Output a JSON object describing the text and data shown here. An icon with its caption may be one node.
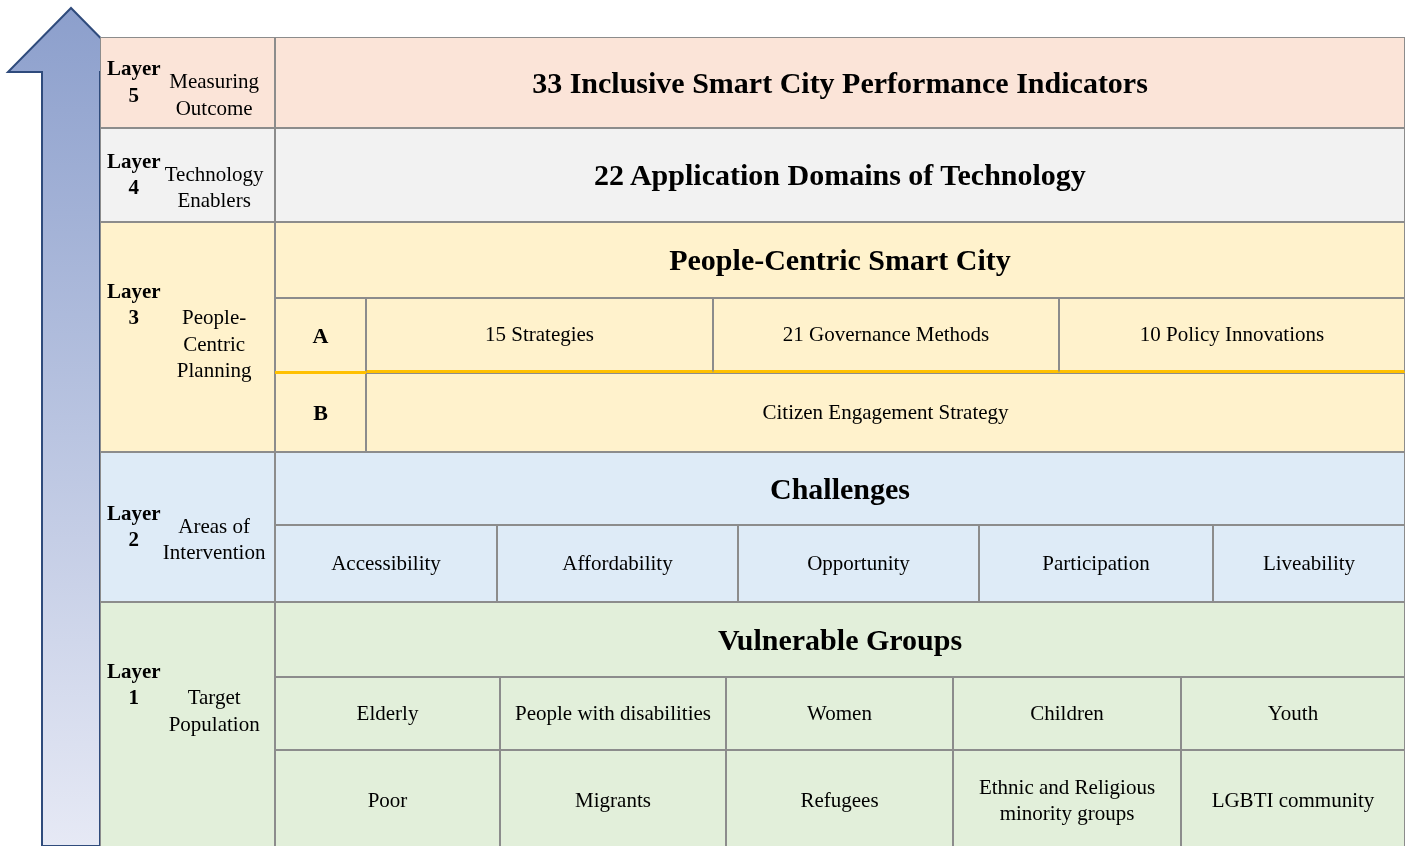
{
  "diagram": {
    "labels": [
      "**Layer 5** Measuring Outcome",
      "33 Inclusive Smart City Performance Indicators",
      "**Layer 4** Technology Enablers",
      "22 Application Domains of Technology",
      "**Layer 3** People-Centric Planning",
      "People-Centric Smart City",
      "A",
      "15 Strategies",
      "21 Governance Methods",
      "10 Policy Innovations",
      "B",
      "Citizen Engagement Strategy",
      "**Layer 2** Areas of Intervention",
      "Challenges",
      "Accessibility",
      "Affordability",
      "Opportunity",
      "Participation",
      "Liveability",
      "**Layer 1** Target Population",
      "Vulnerable Groups",
      "Elderly",
      "People with disabilities",
      "Women",
      "Children",
      "Youth",
      "Poor",
      "Migrants",
      "Refugees",
      "Ethnic and Religious minority groups",
      "LGBTI community"
    ]
  }
}
